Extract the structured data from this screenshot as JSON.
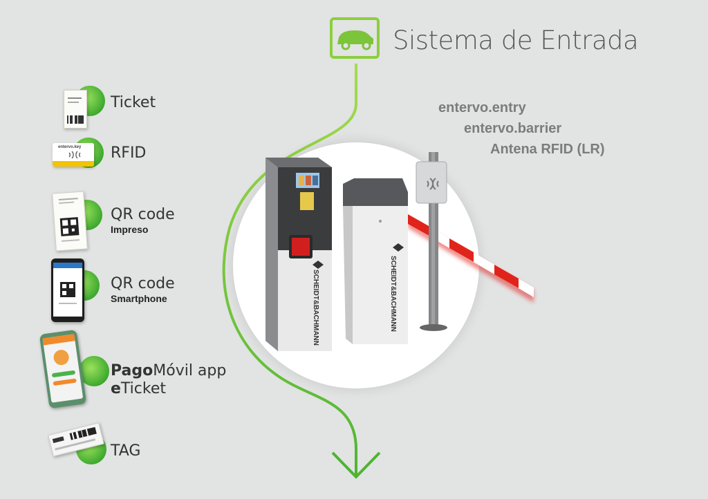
{
  "header": {
    "title": "Sistema de Entrada",
    "logo_icon": "car-icon"
  },
  "products": {
    "entry": "entervo.entry",
    "barrier": "entervo.barrier",
    "antenna": "Antena RFID (LR)"
  },
  "media": [
    {
      "label": "Ticket",
      "icon": "paper-ticket-icon"
    },
    {
      "label": "RFID",
      "icon": "rfid-card-icon"
    },
    {
      "label": "QR code",
      "sub": "Impreso",
      "icon": "printed-qr-icon"
    },
    {
      "label": "QR code",
      "sub": "Smartphone",
      "icon": "smartphone-qr-icon"
    },
    {
      "label_bold": "Pago",
      "label_rest": "Móvil app",
      "line2_bold": "e",
      "line2_rest": "Ticket",
      "icon": "mobile-app-icon"
    },
    {
      "label": "TAG",
      "icon": "tag-icon"
    }
  ],
  "device_text": {
    "brand": "SCHEIDT&BACHMANN",
    "card_logo": "entervo.key"
  },
  "colors": {
    "accent_green": "#5cbf3a",
    "barrier_red": "#e0241b",
    "background": "#e2e3e3"
  }
}
